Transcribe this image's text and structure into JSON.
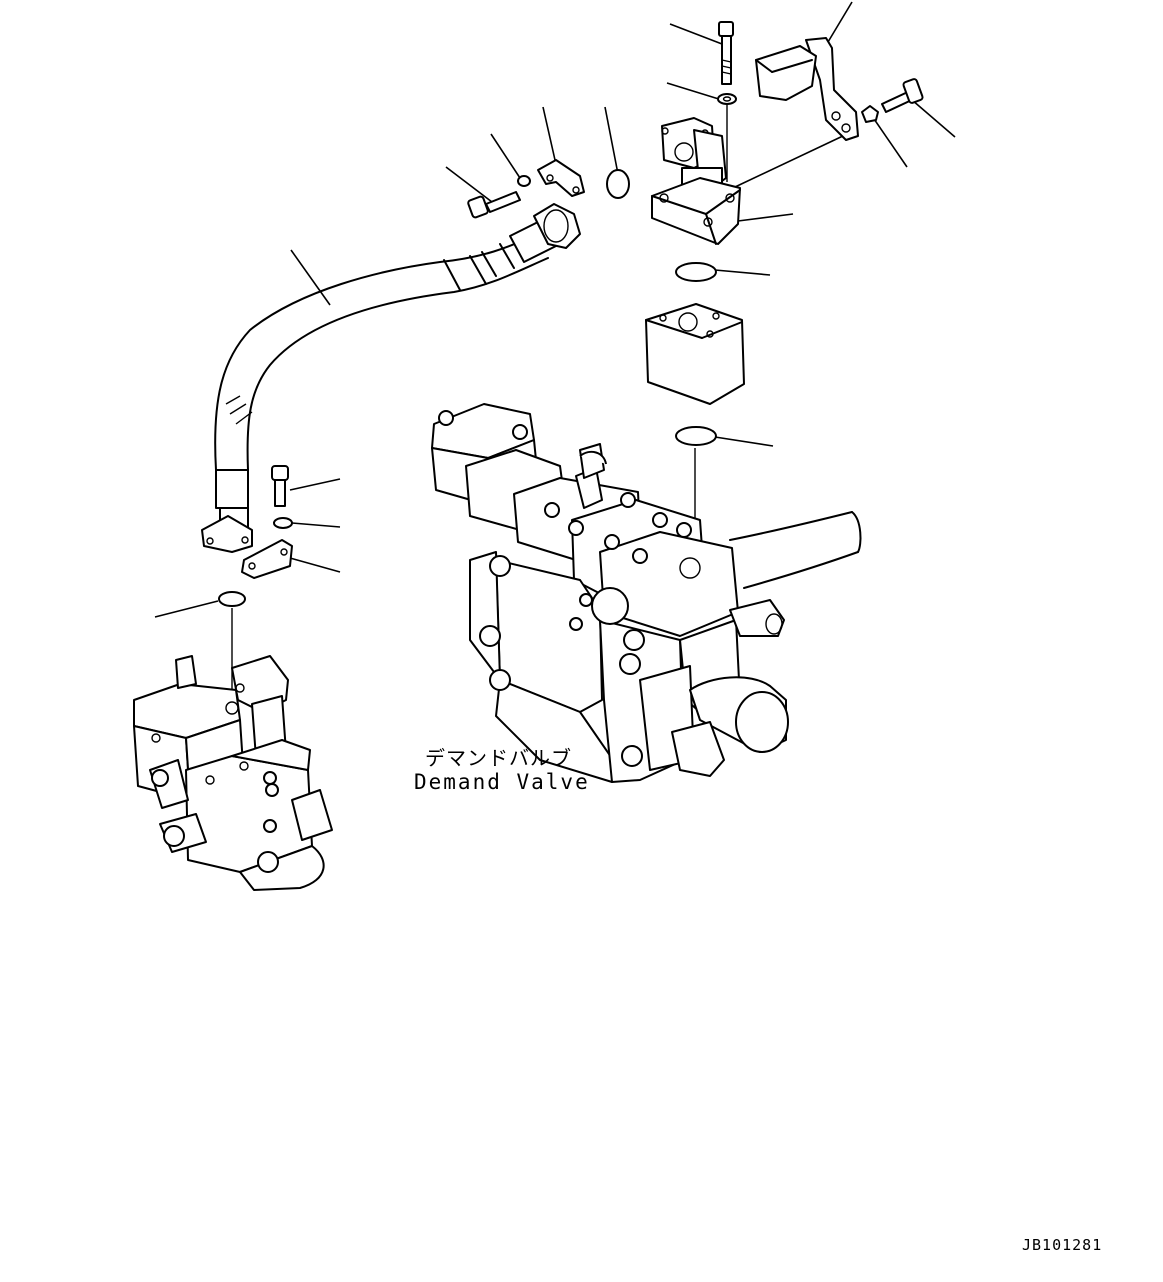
{
  "labels": {
    "demand_valve_jp": "デマンドバルブ",
    "demand_valve_en": "Demand Valve",
    "drawing_code": "JB101281"
  }
}
